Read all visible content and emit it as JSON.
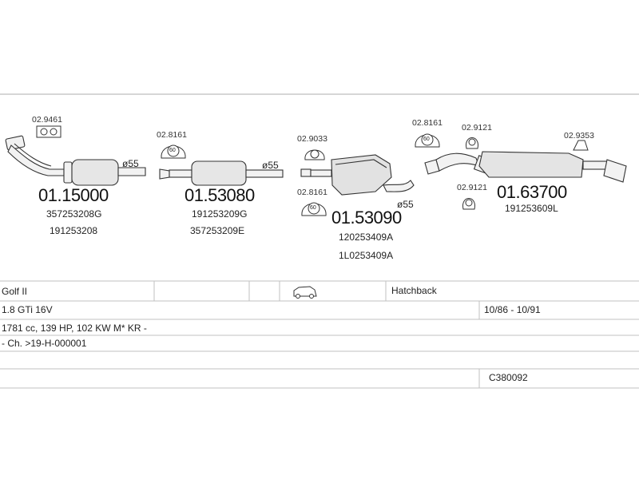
{
  "parts": [
    {
      "number": "01.15000",
      "oem": [
        "357253208G",
        "191253208"
      ],
      "diameter": "ø55"
    },
    {
      "number": "01.53080",
      "oem": [
        "191253209G",
        "357253209E"
      ],
      "diameter": "ø55"
    },
    {
      "number": "01.53090",
      "oem": [
        "120253409A",
        "1L0253409A"
      ],
      "diameter": "ø55"
    },
    {
      "number": "01.63700",
      "oem": [
        "191253609L"
      ]
    }
  ],
  "accessories": {
    "a1": "02.9461",
    "a2": "02.8161",
    "a3": "02.9033",
    "a4": "02.8161",
    "a5": "02.8161",
    "a6": "02.9121",
    "a7": "02.9121",
    "a8": "02.9353"
  },
  "clamp_size": "60",
  "vehicle": {
    "model": "Golf II",
    "body": "Hatchback",
    "engine": "1.8 GTi 16V",
    "years": "10/86 - 10/91",
    "spec": "1781 cc, 139 HP, 102 KW M* KR -",
    "chassis": "- Ch. >19-H-000001",
    "catalog": "C380092"
  },
  "icons": {
    "vehicle": "car-icon"
  }
}
